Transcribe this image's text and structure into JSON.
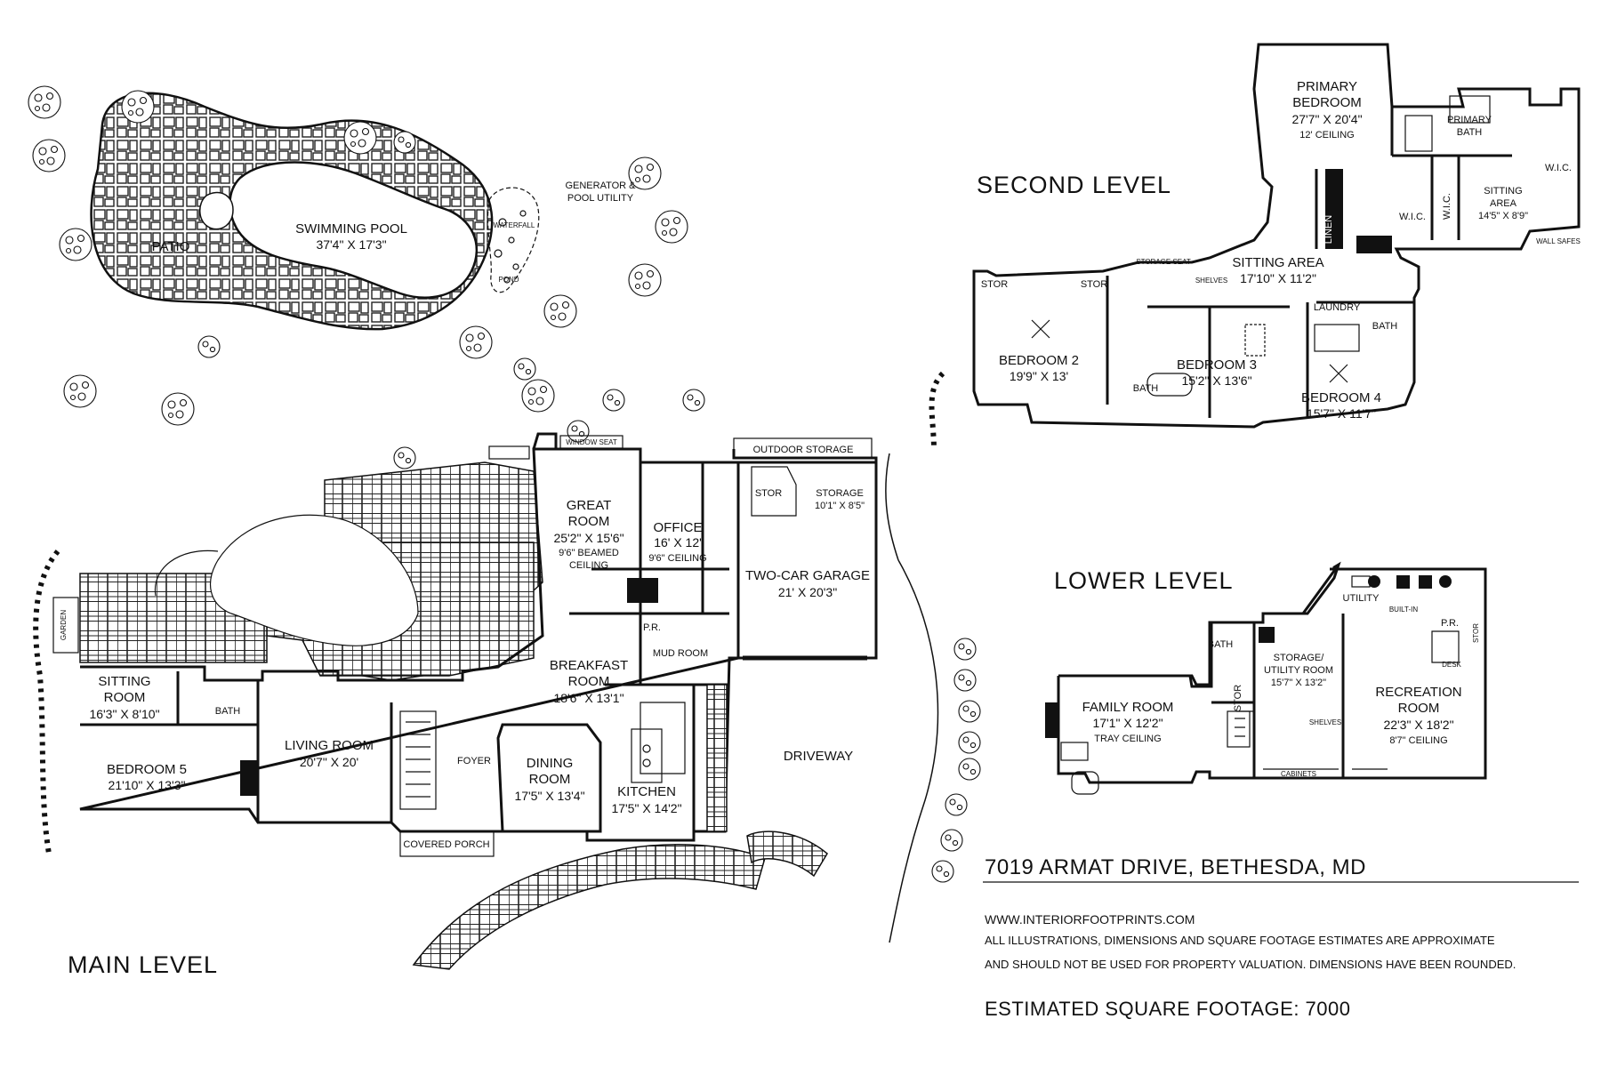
{
  "levels": {
    "main": "MAIN LEVEL",
    "second": "SECOND LEVEL",
    "lower": "LOWER LEVEL"
  },
  "address": "7019 ARMAT DRIVE, BETHESDA, MD",
  "website": "WWW.INTERIORFOOTPRINTS.COM",
  "disclaimer_1": "ALL ILLUSTRATIONS, DIMENSIONS AND SQUARE FOOTAGE ESTIMATES ARE APPROXIMATE",
  "disclaimer_2": "AND  SHOULD NOT BE USED FOR PROPERTY VALUATION. DIMENSIONS HAVE BEEN ROUNDED.",
  "square_footage": "ESTIMATED SQUARE FOOTAGE: 7000",
  "site": {
    "pool_name": "SWIMMING POOL",
    "pool_dim": "37'4\" X 17'3\"",
    "patio": "PATIO",
    "generator": "GENERATOR &",
    "generator_2": "POOL UTILITY",
    "waterfall": "WATERFALL",
    "pond": "POND",
    "driveway": "DRIVEWAY",
    "garden": "GARDEN",
    "outdoor_storage": "OUTDOOR STORAGE",
    "covered_porch": "COVERED PORCH",
    "window_seat": "WINDOW SEAT"
  },
  "main_rooms": {
    "great_room": {
      "name_1": "GREAT",
      "name_2": "ROOM",
      "dim": "25'2\" X 15'6\"",
      "note_1": "9'6\" BEAMED",
      "note_2": "CEILING"
    },
    "office": {
      "name": "OFFICE",
      "dim": "16' X 12'",
      "note": "9'6\" CEILING"
    },
    "storage": {
      "name": "STORAGE",
      "dim": "10'1\" X 8'5\""
    },
    "stor": "STOR",
    "garage": {
      "name": "TWO-CAR GARAGE",
      "dim": "21' X 20'3\""
    },
    "breakfast": {
      "name_1": "BREAKFAST",
      "name_2": "ROOM",
      "dim": "18'6\" X 13'1\""
    },
    "mud_room": "MUD ROOM",
    "pr": "P.R.",
    "sitting": {
      "name_1": "SITTING",
      "name_2": "ROOM",
      "dim": "16'3\" X 8'10\""
    },
    "bath": "BATH",
    "living": {
      "name": "LIVING ROOM",
      "dim": "20'7\" X 20'"
    },
    "bedroom5": {
      "name": "BEDROOM 5",
      "dim": "21'10\" X 13'3\""
    },
    "foyer": "FOYER",
    "dining": {
      "name_1": "DINING",
      "name_2": "ROOM",
      "dim": "17'5\" X 13'4\""
    },
    "kitchen": {
      "name": "KITCHEN",
      "dim": "17'5\" X 14'2\""
    }
  },
  "second_rooms": {
    "primary_bed": {
      "name_1": "PRIMARY",
      "name_2": "BEDROOM",
      "dim": "27'7\" X 20'4\"",
      "note": "12' CEILING"
    },
    "primary_bath": {
      "name_1": "PRIMARY",
      "name_2": "BATH"
    },
    "sitting_area_1": {
      "name_1": "SITTING",
      "name_2": "AREA",
      "dim": "14'5\" X 8'9\""
    },
    "wic": "W.I.C.",
    "linen": "LINEN",
    "sitting_area_2": {
      "name": "SITTING AREA",
      "dim": "17'10\" X 11'2\""
    },
    "laundry": "LAUNDRY",
    "bath": "BATH",
    "bedroom2": {
      "name": "BEDROOM 2",
      "dim": "19'9\" X 13'"
    },
    "bedroom3": {
      "name": "BEDROOM 3",
      "dim": "15'2\" X 13'6\""
    },
    "bedroom4": {
      "name": "BEDROOM 4",
      "dim": "15'7\" X 11'7\""
    },
    "stor": "STOR",
    "shelves": "SHELVES",
    "storage_seat": "STORAGE SEAT",
    "wall_safes": "WALL SAFES"
  },
  "lower_rooms": {
    "family": {
      "name": "FAMILY ROOM",
      "dim": "17'1\" X 12'2\"",
      "note": "TRAY CEILING"
    },
    "bath": "BATH",
    "storage_utility": {
      "name_1": "STORAGE/",
      "name_2": "UTILITY ROOM",
      "dim": "15'7\" X 13'2\""
    },
    "utility": "UTILITY",
    "recreation": {
      "name_1": "RECREATION",
      "name_2": "ROOM",
      "dim": "22'3\" X 18'2\"",
      "note": "8'7\" CEILING"
    },
    "pr": "P.R.",
    "stor": "STOR",
    "cabinets": "CABINETS",
    "shelves": "SHELVES",
    "desk": "DESK",
    "built_in": "BUILT-IN"
  }
}
